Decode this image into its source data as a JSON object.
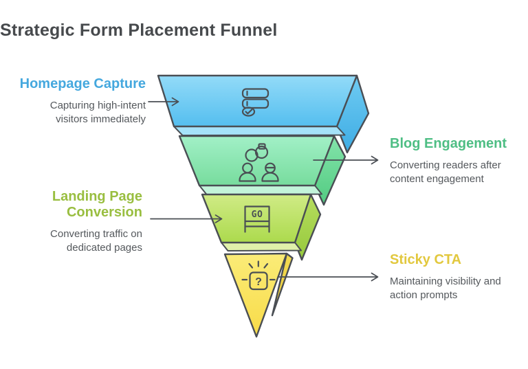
{
  "title": "Strategic Form Placement Funnel",
  "levels": [
    {
      "name": "Homepage Capture",
      "title_lines": [
        "Homepage Capture"
      ],
      "desc_lines": [
        "Capturing high-intent",
        "visitors immediately"
      ],
      "label_side": "left",
      "accent_color": "#45A8DE",
      "face_color_top": "#93DBF8",
      "face_color_bottom": "#54BEEF",
      "icon": "form-fields-icon"
    },
    {
      "name": "Blog Engagement",
      "title_lines": [
        "Blog Engagement"
      ],
      "desc_lines": [
        "Converting readers after",
        "content engagement"
      ],
      "label_side": "right",
      "accent_color": "#4EBE84",
      "face_color_top": "#A2F0C7",
      "face_color_bottom": "#77DC9D",
      "icon": "community-users-icon"
    },
    {
      "name": "Landing Page Conversion",
      "title_lines": [
        "Landing Page",
        "Conversion"
      ],
      "desc_lines": [
        "Converting traffic on",
        "dedicated pages"
      ],
      "label_side": "left",
      "accent_color": "#99BE40",
      "face_color_top": "#D0EB86",
      "face_color_bottom": "#ACDA4D",
      "icon": "go-sign-icon",
      "icon_text": "GO"
    },
    {
      "name": "Sticky CTA",
      "title_lines": [
        "Sticky CTA"
      ],
      "desc_lines": [
        "Maintaining visibility and",
        "action prompts"
      ],
      "label_side": "right",
      "accent_color": "#E2C83E",
      "face_color_top": "#FBEC78",
      "face_color_bottom": "#F8DB48",
      "icon": "question-prompt-icon",
      "icon_text": "?"
    }
  ],
  "outline_color": "#4A4E54",
  "body_text_color": "#54585C",
  "title_color": "#474A4D",
  "background_color": "#FFFFFF"
}
